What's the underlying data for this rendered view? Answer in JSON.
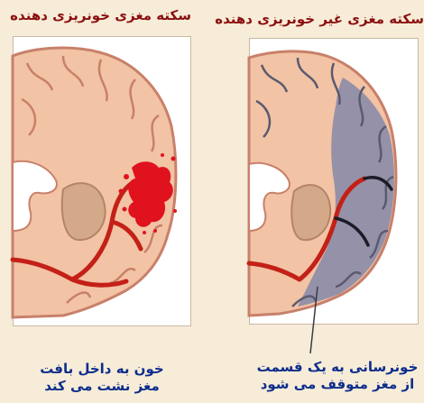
{
  "left": {
    "title": "سکته مغزی خونریزی دهنده",
    "caption": "خون به داخل بافت مغز نشت می کند"
  },
  "right": {
    "title": "سکته مغزی غیر خونریزی دهنده",
    "caption": "خونرسانی به یک قسمت از مغز متوقف می شود"
  },
  "colors": {
    "background": "#f7ecd8",
    "title_text": "#8b1010",
    "caption_text": "#0d2d8c",
    "brain_tissue": "#f2c3a4",
    "cortex_outline": "#c8806a",
    "ventricle": "#ffffff",
    "deep_nuclei": "#d3a98a",
    "vessel": "#c42018",
    "hemorrhage": "#e0121e",
    "ischemic_area": "#8b8ca8"
  }
}
